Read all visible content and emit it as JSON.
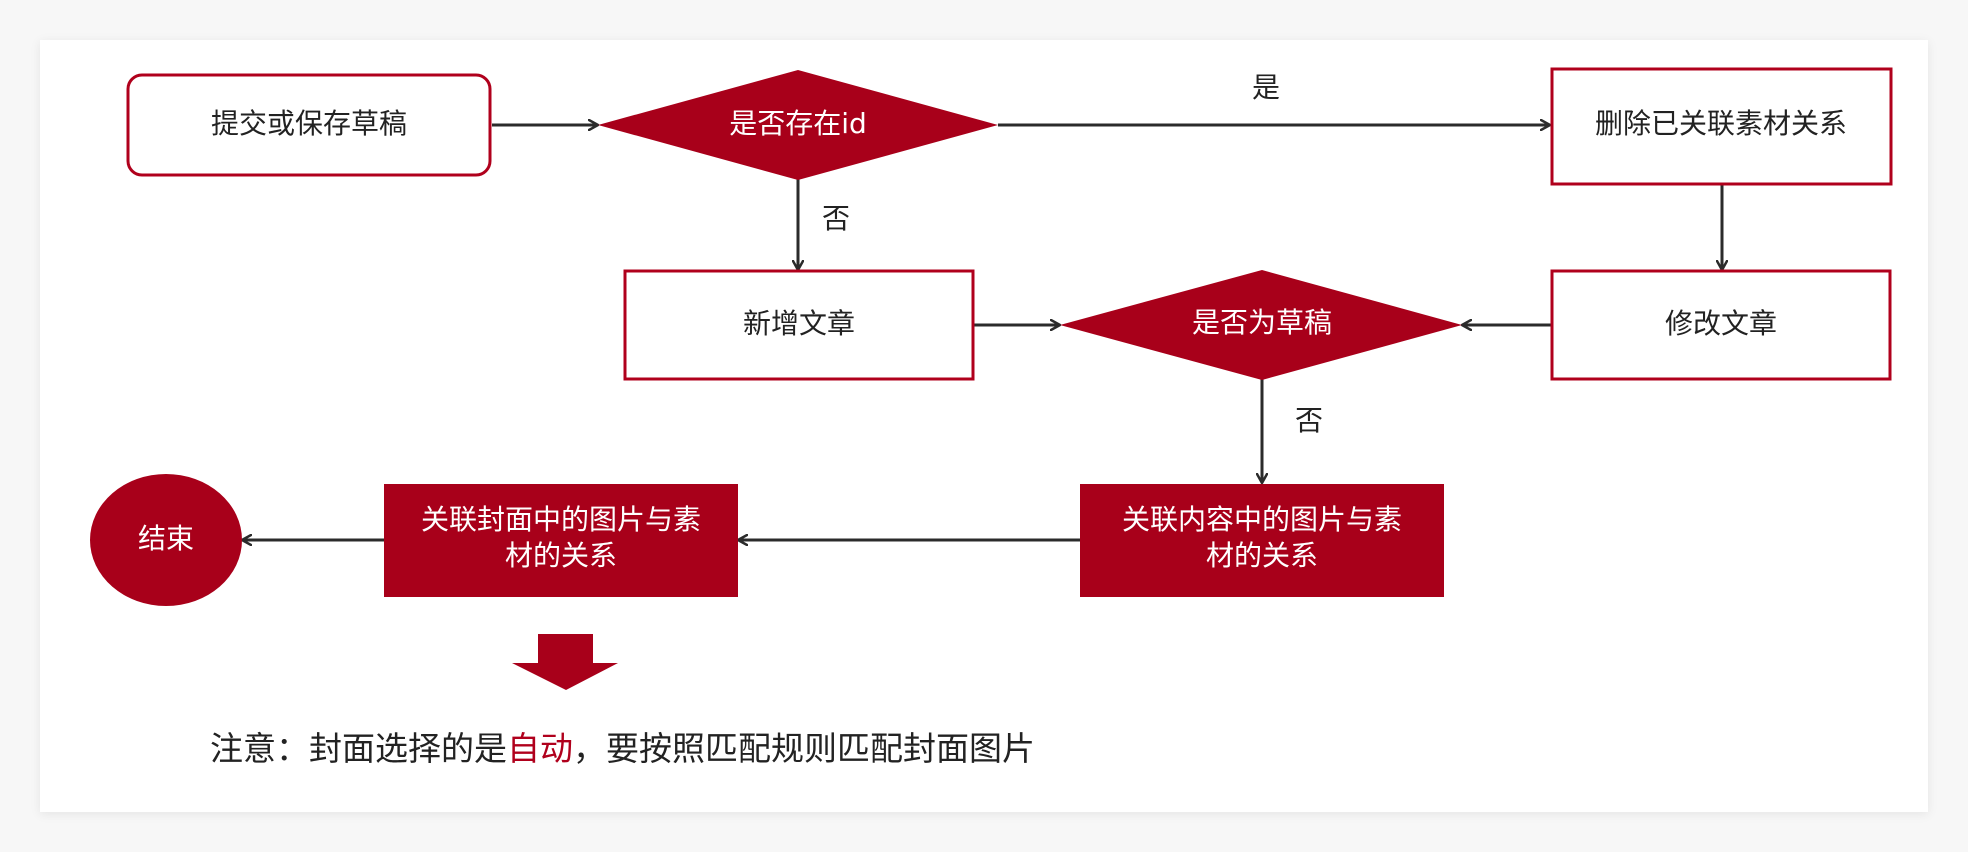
{
  "colors": {
    "accent": "#a8001a",
    "line": "#2b2b2b",
    "text_dark": "#222222",
    "text_light": "#ffffff",
    "box_border": "#b0001c"
  },
  "nodes": {
    "submit": "提交或保存草稿",
    "has_id": "是否存在id",
    "delete_relation": "删除已关联素材关系",
    "add_article": "新增文章",
    "is_draft": "是否为草稿",
    "modify_article": "修改文章",
    "content_relation_line1": "关联内容中的图片与素",
    "content_relation_line2": "材的关系",
    "cover_relation_line1": "关联封面中的图片与素",
    "cover_relation_line2": "材的关系",
    "end": "结束"
  },
  "edge_labels": {
    "yes": "是",
    "no_1": "否",
    "no_2": "否"
  },
  "note": {
    "prefix": "注意：封面选择的是",
    "highlight": "自动",
    "suffix": "，要按照匹配规则匹配封面图片"
  }
}
